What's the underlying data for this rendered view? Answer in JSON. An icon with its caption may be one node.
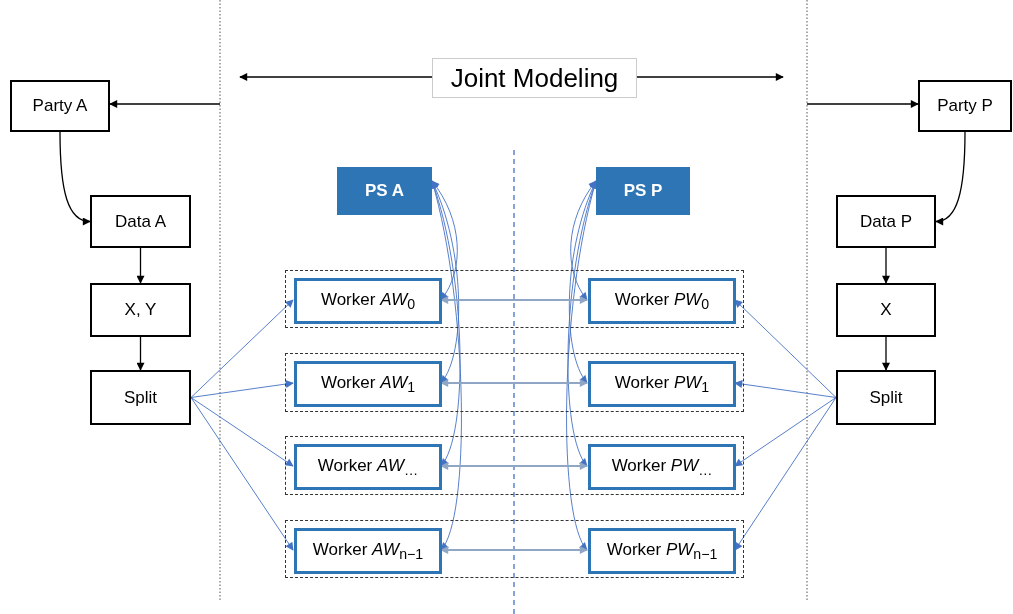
{
  "diagram": {
    "nodes": [
      {
        "text": [
          "Joint Modeling"
        ]
      },
      {
        "text": [
          "Party A"
        ]
      },
      {
        "text": [
          "Party P"
        ]
      },
      {
        "text": [
          "PS A"
        ]
      },
      {
        "text": [
          "PS P"
        ]
      },
      {
        "text": [
          "Data A"
        ]
      },
      {
        "text": [
          "Data P"
        ]
      },
      {
        "text": [
          "X, Y"
        ]
      },
      {
        "text": [
          "X"
        ]
      },
      {
        "text": [
          "Split"
        ]
      },
      {
        "text": [
          "Split"
        ]
      },
      {
        "text": [],
        "shape": "box"
      },
      {
        "text": [
          "Worker *AW*$_{0}$"
        ],
        "in": 11
      },
      {
        "text": [
          "Worker *PW*$_{0}$"
        ],
        "in": 11
      },
      {
        "text": [],
        "shape": "box"
      },
      {
        "text": [
          "Worker *AW*$_{1}$"
        ],
        "in": 14
      },
      {
        "text": [
          "Worker *PW*$_{1}$"
        ],
        "in": 14
      },
      {
        "text": [],
        "shape": "box"
      },
      {
        "text": [
          "Worker *AW*$_{…}$"
        ],
        "in": 17
      },
      {
        "text": [
          "Worker *PW*$_{…}$"
        ],
        "in": 17
      },
      {
        "text": [],
        "shape": "box"
      },
      {
        "text": [
          "Worker *AW*$_{n−1}$"
        ],
        "in": 20
      },
      {
        "text": [
          "Worker *PW*$_{n−1}$"
        ],
        "in": 20
      }
    ],
    "edges": [
      {
        "from": 0,
        "to": null,
        "arrow": "to",
        "color": "#000000"
      },
      {
        "from": 0,
        "to": null,
        "arrow": "to",
        "color": "#000000"
      },
      {
        "from": null,
        "to": 1,
        "arrow": "to",
        "color": "#000000"
      },
      {
        "from": null,
        "to": 2,
        "arrow": "to",
        "color": "#000000"
      },
      {
        "from": 1,
        "to": 5,
        "arrow": "to",
        "color": "#000000"
      },
      {
        "from": 2,
        "to": 6,
        "arrow": "to",
        "color": "#000000"
      },
      {
        "from": 5,
        "to": 7,
        "arrow": "to",
        "color": "#000000"
      },
      {
        "from": 7,
        "to": 9,
        "arrow": "to",
        "color": "#000000"
      },
      {
        "from": 6,
        "to": 8,
        "arrow": "to",
        "color": "#000000"
      },
      {
        "from": 8,
        "to": 10,
        "arrow": "to",
        "color": "#000000"
      },
      {
        "from": 9,
        "to": 12,
        "arrow": "to"
      },
      {
        "from": 9,
        "to": 15,
        "arrow": "to"
      },
      {
        "from": 9,
        "to": 18,
        "arrow": "to"
      },
      {
        "from": 9,
        "to": 21,
        "arrow": "to"
      },
      {
        "from": 10,
        "to": 13,
        "arrow": "to"
      },
      {
        "from": 10,
        "to": 16,
        "arrow": "to"
      },
      {
        "from": 10,
        "to": 19,
        "arrow": "to"
      },
      {
        "from": 10,
        "to": 22,
        "arrow": "to"
      },
      {
        "from": 3,
        "to": 12,
        "arrow": "both"
      },
      {
        "from": 3,
        "to": 15,
        "arrow": "both"
      },
      {
        "from": 3,
        "to": 18,
        "arrow": "both"
      },
      {
        "from": 3,
        "to": 21,
        "arrow": "both"
      },
      {
        "from": 4,
        "to": 13,
        "arrow": "both"
      },
      {
        "from": 4,
        "to": 16,
        "arrow": "both"
      },
      {
        "from": 4,
        "to": 19,
        "arrow": "both"
      },
      {
        "from": 4,
        "to": 22,
        "arrow": "both"
      },
      {
        "from": 12,
        "to": 13,
        "arrow": "both",
        "color": "#8fa6c4"
      },
      {
        "from": 15,
        "to": 16,
        "arrow": "both",
        "color": "#8fa6c4"
      },
      {
        "from": 18,
        "to": 19,
        "arrow": "both",
        "color": "#8fa6c4"
      },
      {
        "from": 21,
        "to": 22,
        "arrow": "both",
        "color": "#8fa6c4"
      }
    ]
  }
}
